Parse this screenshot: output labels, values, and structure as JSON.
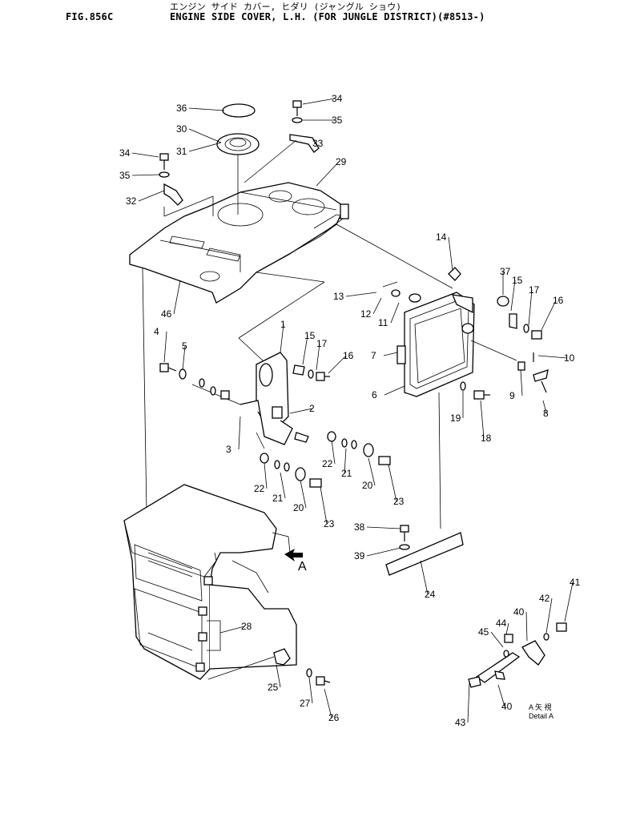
{
  "header": {
    "fig_number": "FIG.856C",
    "title_japanese": "エンジン サイド カバー, ヒダリ (ジャングル ショウ)",
    "title_english": "ENGINE SIDE COVER, L.H. (FOR JUNGLE DISTRICT)(#8513-)"
  },
  "view_marker": "A",
  "detail_caption": {
    "line1": "A 矢 視",
    "line2": "Detail A"
  },
  "callouts": [
    "1",
    "2",
    "3",
    "4",
    "5",
    "6",
    "7",
    "8",
    "9",
    "10",
    "11",
    "12",
    "13",
    "14",
    "15",
    "15",
    "16",
    "16",
    "17",
    "17",
    "18",
    "19",
    "20",
    "20",
    "21",
    "21",
    "22",
    "22",
    "23",
    "23",
    "24",
    "25",
    "26",
    "27",
    "28",
    "29",
    "30",
    "31",
    "32",
    "33",
    "34",
    "34",
    "35",
    "35",
    "36",
    "37",
    "38",
    "39",
    "40",
    "40",
    "41",
    "42",
    "43",
    "44",
    "45",
    "46"
  ]
}
